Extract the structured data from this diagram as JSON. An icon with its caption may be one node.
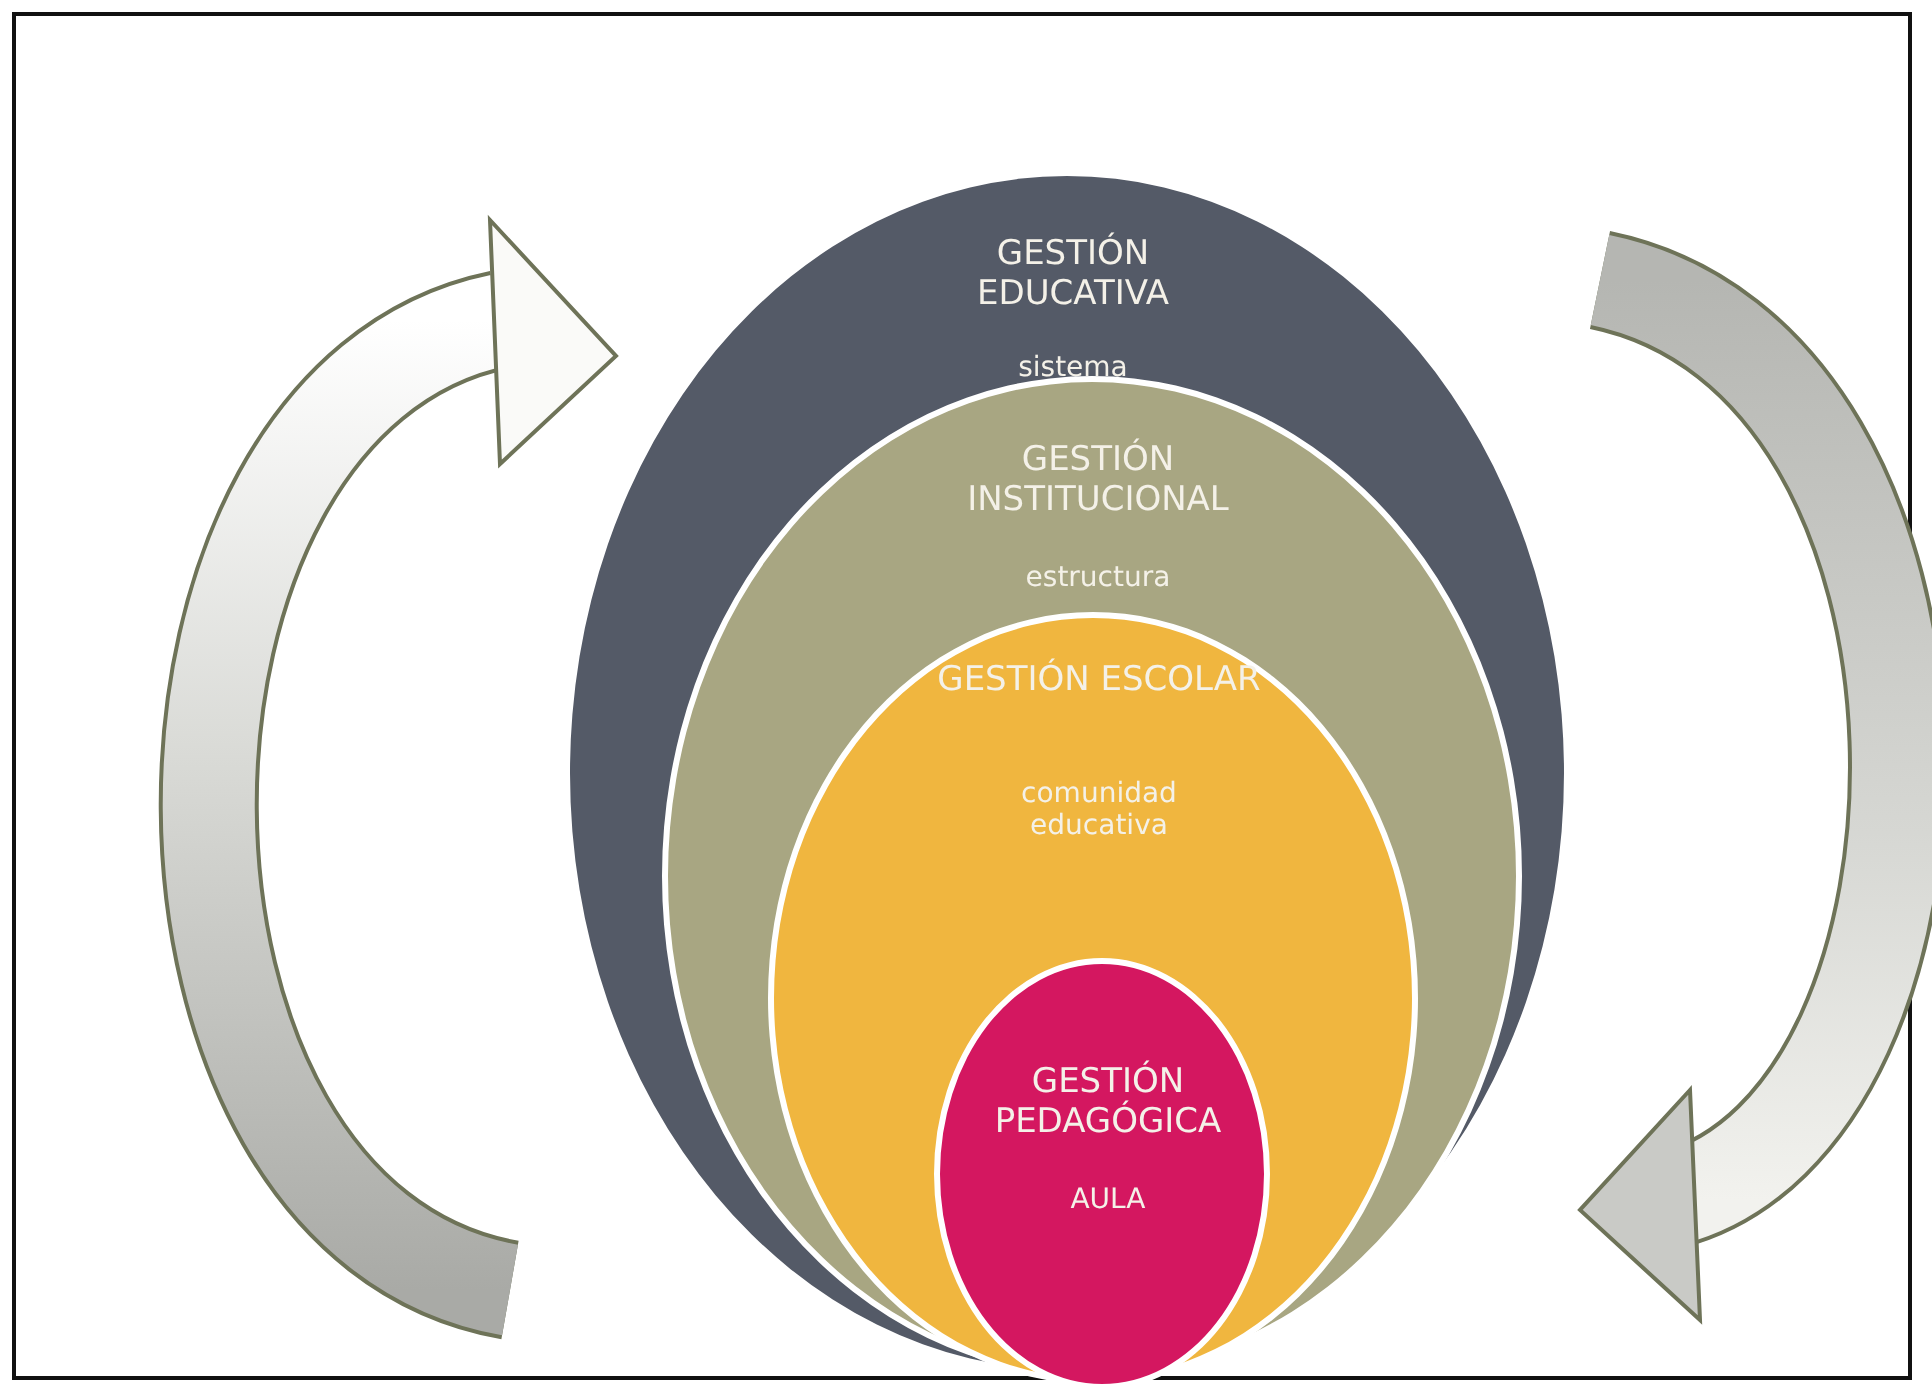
{
  "diagram": {
    "nodes": [
      {
        "text": [
          "GESTIÓN EDUCATIVA",
          "sistema"
        ]
      },
      {
        "text": [
          "GESTIÓN INSTITUCIONAL",
          "estructura"
        ],
        "in": 0
      },
      {
        "text": [
          "GESTIÓN ESCOLAR",
          "comunidad educativa"
        ],
        "in": 1
      },
      {
        "text": [
          "GESTIÓN PEDAGÓGICA",
          "AULA"
        ],
        "in": 2
      }
    ]
  }
}
